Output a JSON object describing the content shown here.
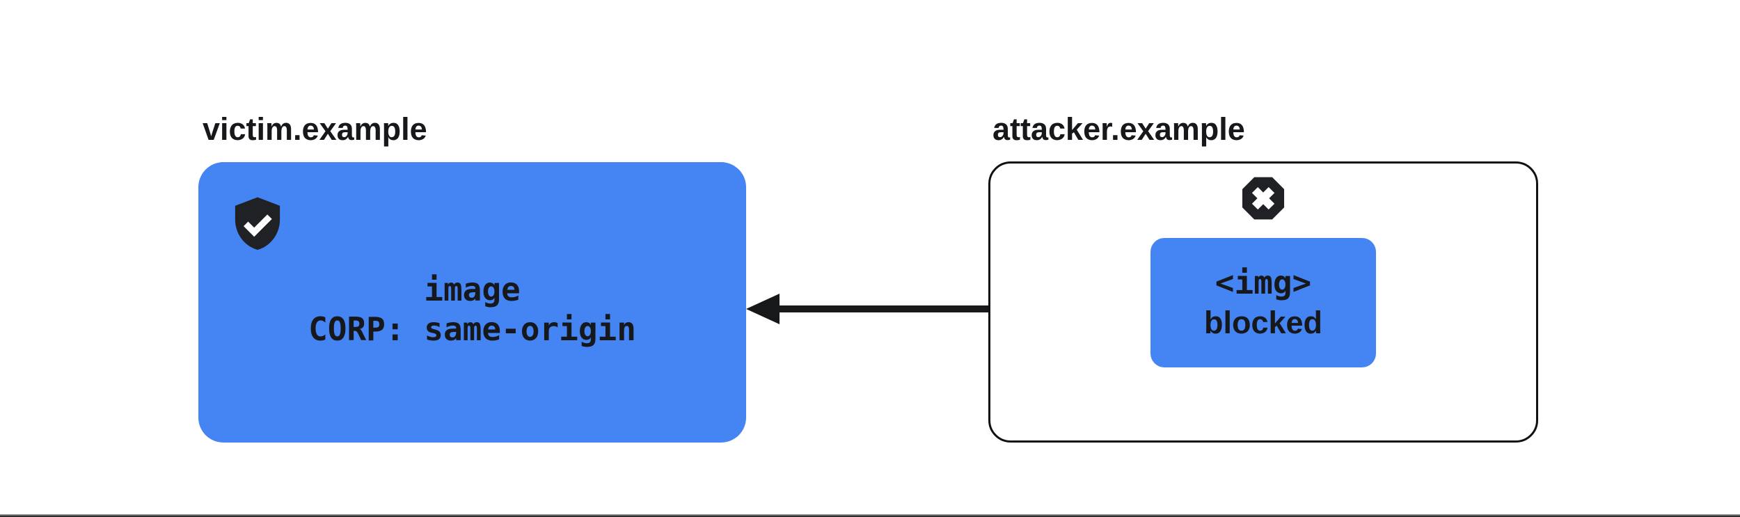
{
  "victim": {
    "label": "victim.example",
    "icon": "shield-check-icon",
    "resource": {
      "line1": "image",
      "line2": "CORP: same-origin"
    }
  },
  "attacker": {
    "label": "attacker.example",
    "icon": "blocked-x-icon",
    "request": {
      "line1": "<img>",
      "line2": "blocked"
    }
  },
  "colors": {
    "accent_blue": "#4484f3",
    "ink": "#17181b"
  }
}
